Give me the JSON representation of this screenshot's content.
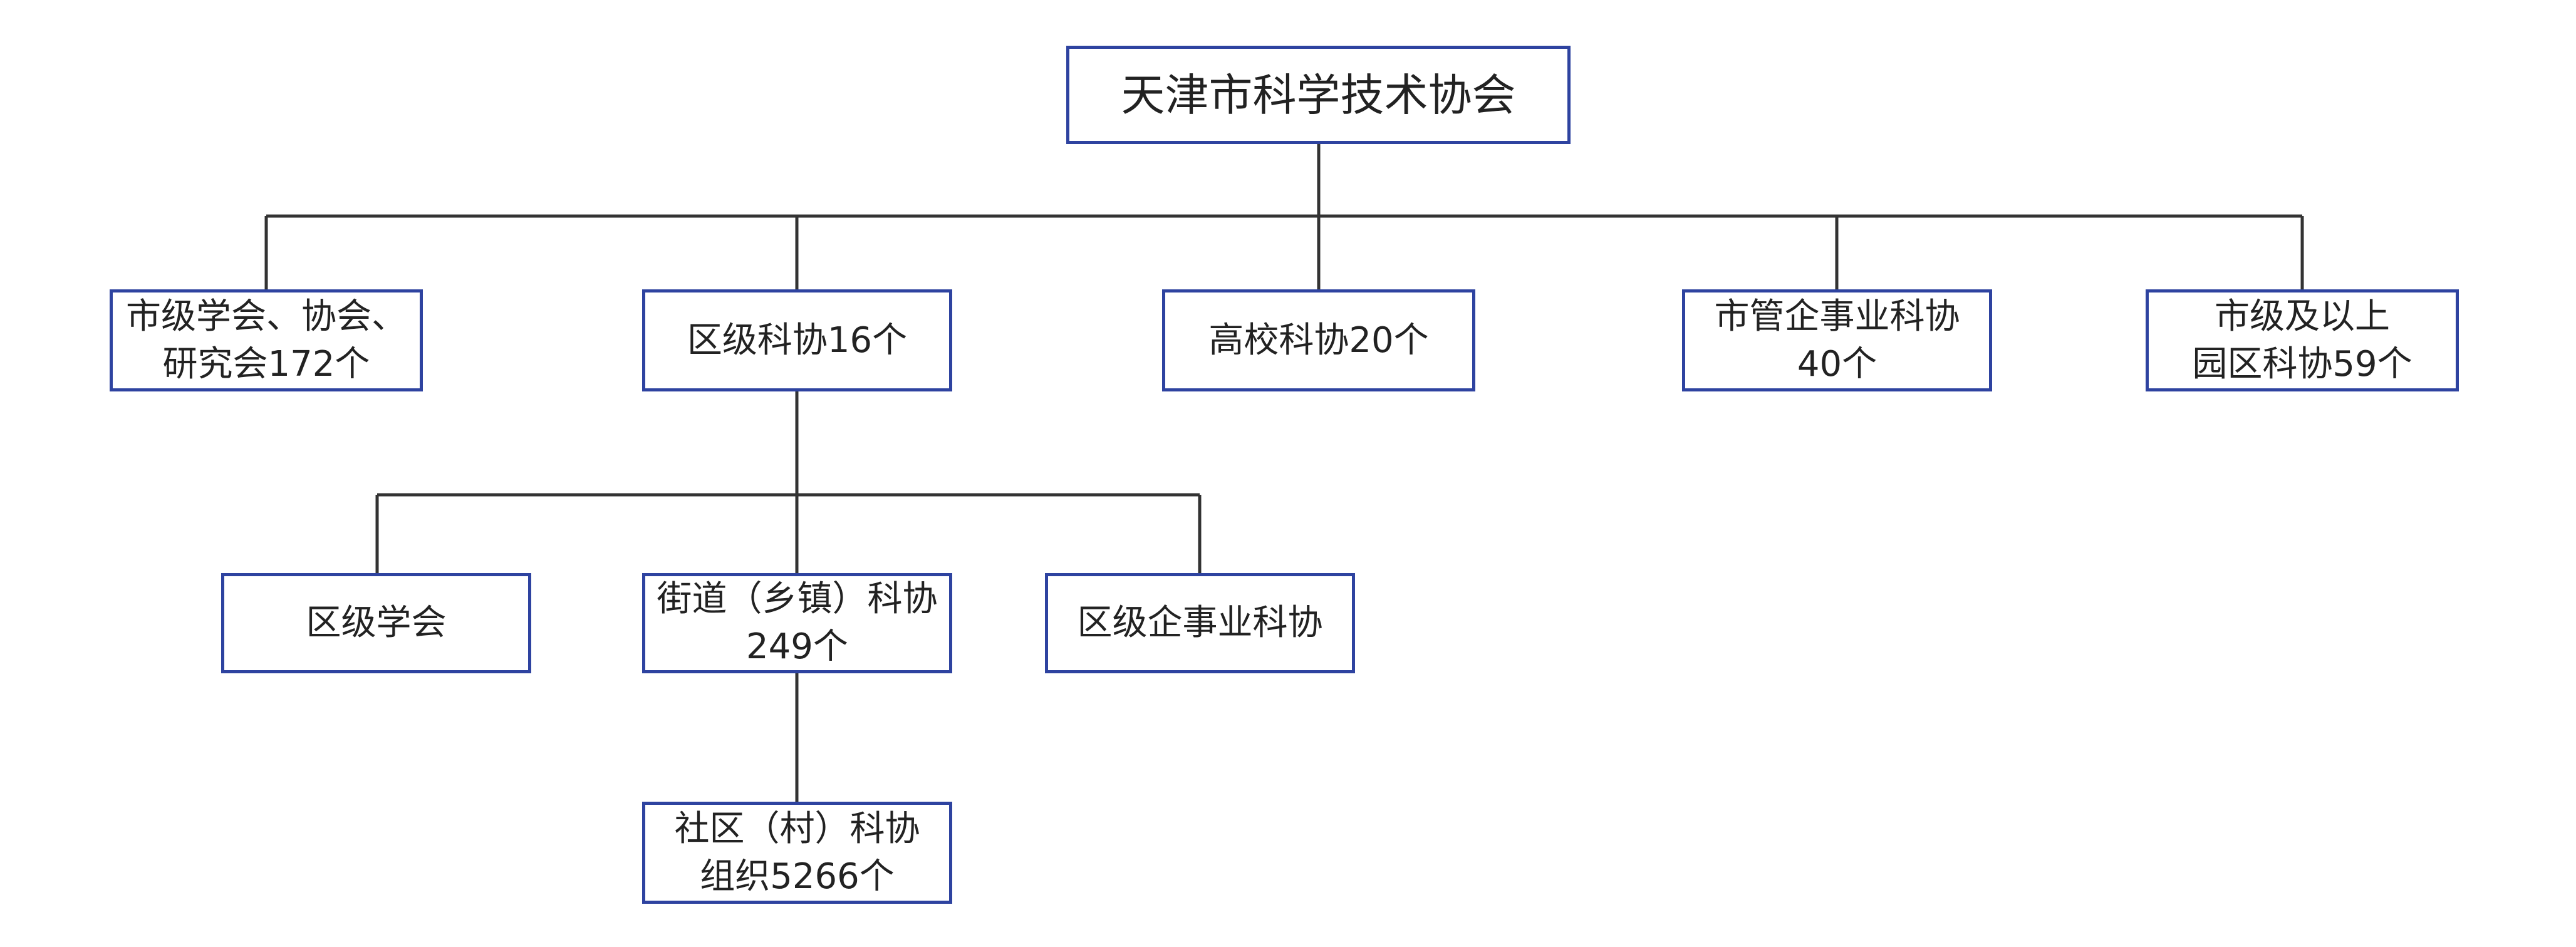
{
  "colors": {
    "box_border": "#2E43A0",
    "connector": "#333333",
    "text": "#222222"
  },
  "root": {
    "label": "天津市科学技术协会"
  },
  "level1": [
    {
      "label": "市级学会、协会、\n研究会172个"
    },
    {
      "label": "区级科协16个"
    },
    {
      "label": "高校科协20个"
    },
    {
      "label": "市管企事业科协\n40个"
    },
    {
      "label": "市级及以上\n园区科协59个"
    }
  ],
  "district_children": [
    {
      "label": "区级学会"
    },
    {
      "label": "街道（乡镇）科协\n249个"
    },
    {
      "label": "区级企事业科协"
    }
  ],
  "street_child": {
    "label": "社区（村）科协\n组织5266个"
  }
}
